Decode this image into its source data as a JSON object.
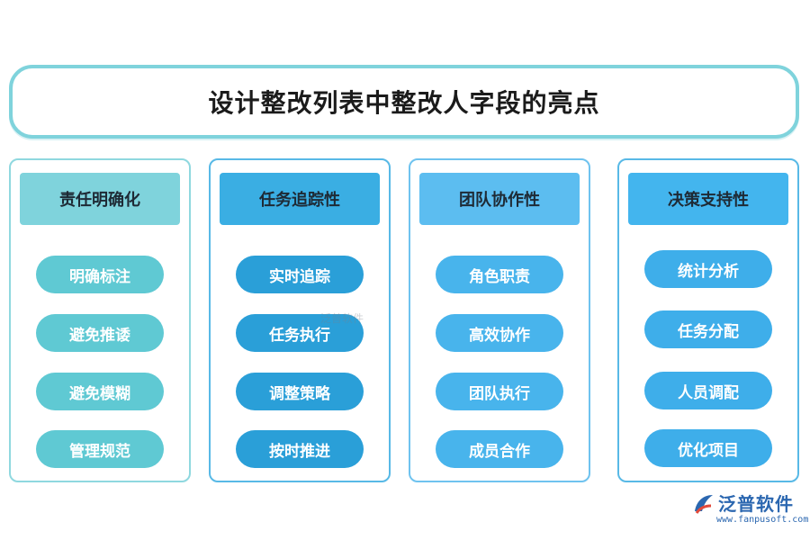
{
  "title": "设计整改列表中整改人字段的亮点",
  "columns": [
    {
      "header": "责任明确化",
      "items": [
        "明确标注",
        "避免推诿",
        "避免模糊",
        "管理规范"
      ]
    },
    {
      "header": "任务追踪性",
      "items": [
        "实时追踪",
        "任务执行",
        "调整策略",
        "按时推进"
      ]
    },
    {
      "header": "团队协作性",
      "items": [
        "角色职责",
        "高效协作",
        "团队执行",
        "成员合作"
      ]
    },
    {
      "header": "决策支持性",
      "items": [
        "统计分析",
        "任务分配",
        "人员调配",
        "优化项目"
      ]
    }
  ],
  "colors": {
    "col1_border": "#8fd8df",
    "col1_head": "#7fd3dc",
    "col1_pill": "#5fc9d3",
    "col2_border": "#58b9e6",
    "col2_head": "#3aaee3",
    "col2_pill": "#2a9fd8",
    "col3_border": "#6fc3ef",
    "col3_head": "#5cbdf0",
    "col3_pill": "#48b4ec",
    "col4_border": "#58b9e6",
    "col4_head": "#43b5ee",
    "col4_pill": "#3eaeea"
  },
  "watermark_mid": "泛普软件",
  "logo": {
    "brand": "泛普软件",
    "url": "www.fanpusoft.com",
    "icon": "fanpu-logo-icon"
  }
}
